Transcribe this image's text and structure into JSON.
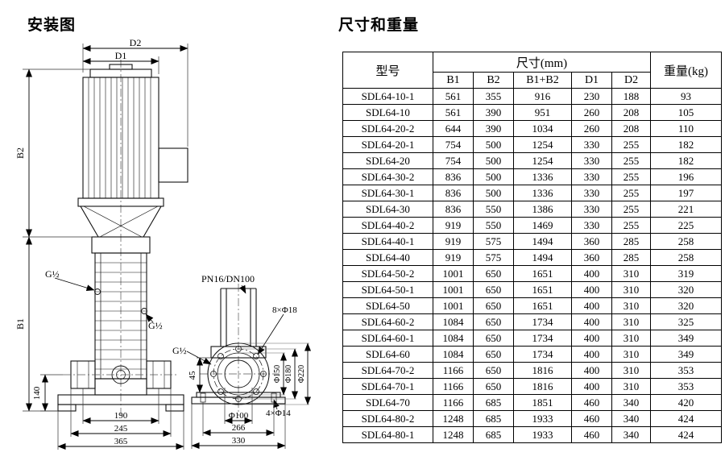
{
  "page": {
    "left_title": "安装图",
    "right_title": "尺寸和重量"
  },
  "diagram": {
    "labels": {
      "d2": "D2",
      "d1": "D1",
      "b2": "B2",
      "b1": "B1",
      "g_half_upper": "G½",
      "g_half_lower": "G½",
      "g_half_section": "G½",
      "pn": "PN16/DN100",
      "bolt_holes_8": "8×Φ18",
      "dim_45": "45",
      "dim_140": "140",
      "dim_190": "190",
      "dim_245": "245",
      "dim_365": "365",
      "phi_100": "Φ100",
      "dim_266": "266",
      "dim_330": "330",
      "bolt_holes_4": "4×Φ14",
      "phi_150": "Φ150",
      "phi_180": "Φ180",
      "phi_220": "Φ220"
    }
  },
  "table": {
    "header": {
      "model": "型号",
      "size_group": "尺寸(mm)",
      "weight": "重量(kg)",
      "cols": [
        "B1",
        "B2",
        "B1+B2",
        "D1",
        "D2"
      ]
    },
    "rows": [
      {
        "model": "SDL64-10-1",
        "values": [
          "561",
          "355",
          "916",
          "230",
          "188",
          "93"
        ]
      },
      {
        "model": "SDL64-10",
        "values": [
          "561",
          "390",
          "951",
          "260",
          "208",
          "105"
        ]
      },
      {
        "model": "SDL64-20-2",
        "values": [
          "644",
          "390",
          "1034",
          "260",
          "208",
          "110"
        ]
      },
      {
        "model": "SDL64-20-1",
        "values": [
          "754",
          "500",
          "1254",
          "330",
          "255",
          "182"
        ]
      },
      {
        "model": "SDL64-20",
        "values": [
          "754",
          "500",
          "1254",
          "330",
          "255",
          "182"
        ]
      },
      {
        "model": "SDL64-30-2",
        "values": [
          "836",
          "500",
          "1336",
          "330",
          "255",
          "196"
        ]
      },
      {
        "model": "SDL64-30-1",
        "values": [
          "836",
          "500",
          "1336",
          "330",
          "255",
          "197"
        ]
      },
      {
        "model": "SDL64-30",
        "values": [
          "836",
          "550",
          "1386",
          "330",
          "255",
          "221"
        ]
      },
      {
        "model": "SDL64-40-2",
        "values": [
          "919",
          "550",
          "1469",
          "330",
          "255",
          "225"
        ]
      },
      {
        "model": "SDL64-40-1",
        "values": [
          "919",
          "575",
          "1494",
          "360",
          "285",
          "258"
        ]
      },
      {
        "model": "SDL64-40",
        "values": [
          "919",
          "575",
          "1494",
          "360",
          "285",
          "258"
        ]
      },
      {
        "model": "SDL64-50-2",
        "values": [
          "1001",
          "650",
          "1651",
          "400",
          "310",
          "319"
        ]
      },
      {
        "model": "SDL64-50-1",
        "values": [
          "1001",
          "650",
          "1651",
          "400",
          "310",
          "320"
        ]
      },
      {
        "model": "SDL64-50",
        "values": [
          "1001",
          "650",
          "1651",
          "400",
          "310",
          "320"
        ]
      },
      {
        "model": "SDL64-60-2",
        "values": [
          "1084",
          "650",
          "1734",
          "400",
          "310",
          "325"
        ]
      },
      {
        "model": "SDL64-60-1",
        "values": [
          "1084",
          "650",
          "1734",
          "400",
          "310",
          "349"
        ]
      },
      {
        "model": "SDL64-60",
        "values": [
          "1084",
          "650",
          "1734",
          "400",
          "310",
          "349"
        ]
      },
      {
        "model": "SDL64-70-2",
        "values": [
          "1166",
          "650",
          "1816",
          "400",
          "310",
          "353"
        ]
      },
      {
        "model": "SDL64-70-1",
        "values": [
          "1166",
          "650",
          "1816",
          "400",
          "310",
          "353"
        ]
      },
      {
        "model": "SDL64-70",
        "values": [
          "1166",
          "685",
          "1851",
          "460",
          "340",
          "420"
        ]
      },
      {
        "model": "SDL64-80-2",
        "values": [
          "1248",
          "685",
          "1933",
          "460",
          "340",
          "424"
        ]
      },
      {
        "model": "SDL64-80-1",
        "values": [
          "1248",
          "685",
          "1933",
          "460",
          "340",
          "424"
        ]
      }
    ]
  }
}
